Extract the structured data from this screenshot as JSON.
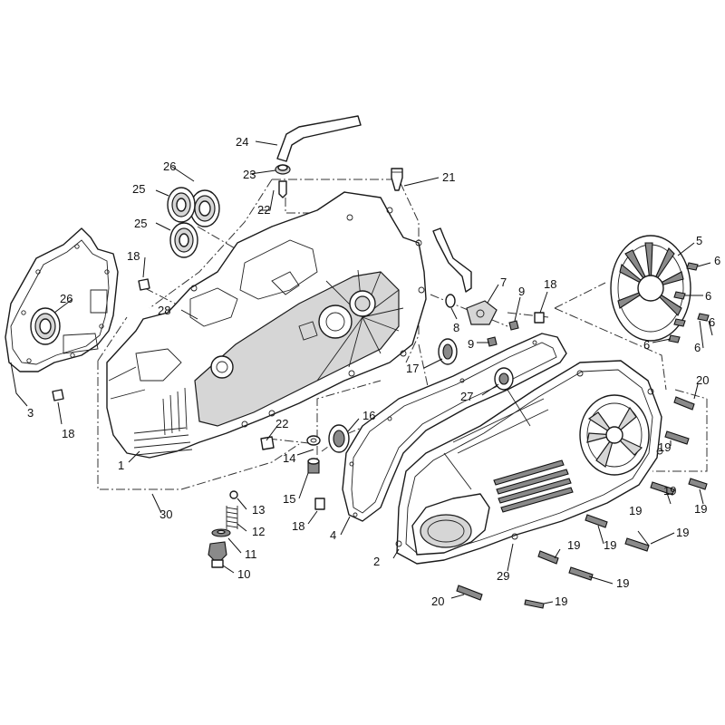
{
  "diagram": {
    "callouts": [
      {
        "id": "c24",
        "text": "24"
      },
      {
        "id": "c26a",
        "text": "26"
      },
      {
        "id": "c25a",
        "text": "25"
      },
      {
        "id": "c23",
        "text": "23"
      },
      {
        "id": "c21",
        "text": "21"
      },
      {
        "id": "c22a",
        "text": "22"
      },
      {
        "id": "c25b",
        "text": "25"
      },
      {
        "id": "c18a",
        "text": "18"
      },
      {
        "id": "c26b",
        "text": "26"
      },
      {
        "id": "c28",
        "text": "28"
      },
      {
        "id": "c3",
        "text": "3"
      },
      {
        "id": "c18b",
        "text": "18"
      },
      {
        "id": "c1",
        "text": "1"
      },
      {
        "id": "c30",
        "text": "30"
      },
      {
        "id": "c22b",
        "text": "22"
      },
      {
        "id": "c13",
        "text": "13"
      },
      {
        "id": "c12",
        "text": "12"
      },
      {
        "id": "c11",
        "text": "11"
      },
      {
        "id": "c10",
        "text": "10"
      },
      {
        "id": "c14",
        "text": "14"
      },
      {
        "id": "c15",
        "text": "15"
      },
      {
        "id": "c18c",
        "text": "18"
      },
      {
        "id": "c16",
        "text": "16"
      },
      {
        "id": "c17",
        "text": "17"
      },
      {
        "id": "c8",
        "text": "8"
      },
      {
        "id": "c7",
        "text": "7"
      },
      {
        "id": "c9a",
        "text": "9"
      },
      {
        "id": "c9b",
        "text": "9"
      },
      {
        "id": "c18d",
        "text": "18"
      },
      {
        "id": "c5",
        "text": "5"
      },
      {
        "id": "c6a",
        "text": "6"
      },
      {
        "id": "c6b",
        "text": "6"
      },
      {
        "id": "c6c",
        "text": "6"
      },
      {
        "id": "c6d",
        "text": "6"
      },
      {
        "id": "c6e",
        "text": "6"
      },
      {
        "id": "c27",
        "text": "27"
      },
      {
        "id": "c20a",
        "text": "20"
      },
      {
        "id": "c19a",
        "text": "19"
      },
      {
        "id": "c19b",
        "text": "19"
      },
      {
        "id": "c19c",
        "text": "19"
      },
      {
        "id": "c19d",
        "text": "19"
      },
      {
        "id": "c19e",
        "text": "19"
      },
      {
        "id": "c19f",
        "text": "19"
      },
      {
        "id": "c19g",
        "text": "19"
      },
      {
        "id": "c19h",
        "text": "19"
      },
      {
        "id": "c19i",
        "text": "19"
      },
      {
        "id": "c4",
        "text": "4"
      },
      {
        "id": "c2",
        "text": "2"
      },
      {
        "id": "c29",
        "text": "29"
      },
      {
        "id": "c20b",
        "text": "20"
      }
    ]
  }
}
